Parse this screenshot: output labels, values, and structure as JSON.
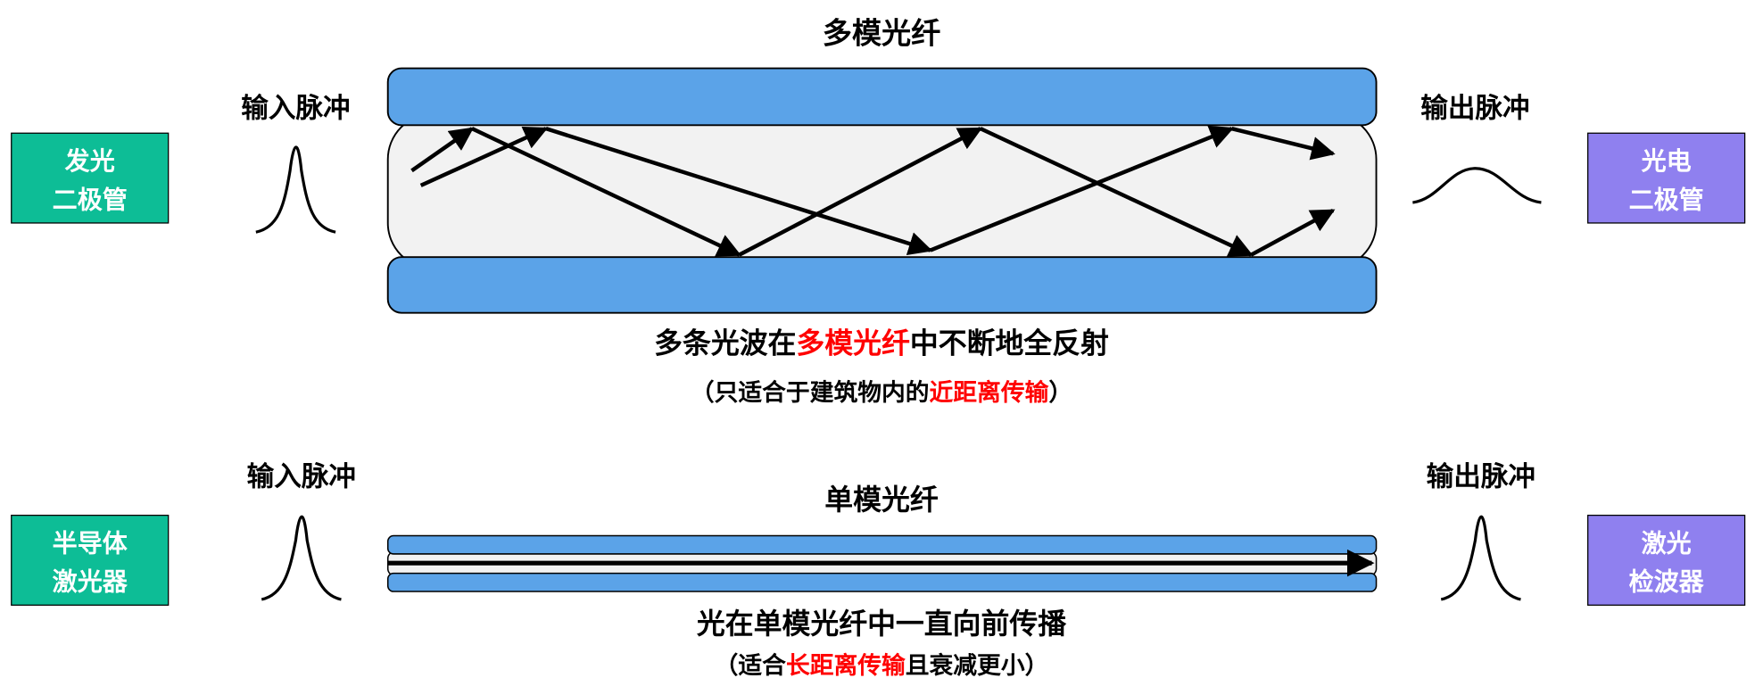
{
  "colors": {
    "cladding": "#5ba3e8",
    "core": "#f2f2f2",
    "source_box": "#0dbd96",
    "detector_box": "#8f80ef",
    "highlight": "#ff0000",
    "text": "#000000"
  },
  "multimode": {
    "title": "多模光纤",
    "source": [
      "发光",
      "二极管"
    ],
    "detector": [
      "光电",
      "二极管"
    ],
    "input_label": "输入脉冲",
    "output_label": "输出脉冲",
    "caption": {
      "pre": "多条光波在",
      "highlight": "多模光纤",
      "post": "中不断地全反射"
    },
    "subcaption": {
      "pre": "（只适合于建筑物内的",
      "highlight": "近距离传输",
      "post": "）"
    }
  },
  "singlemode": {
    "title": "单模光纤",
    "source": [
      "半导体",
      "激光器"
    ],
    "detector": [
      "激光",
      "检波器"
    ],
    "input_label": "输入脉冲",
    "output_label": "输出脉冲",
    "caption": {
      "pre": "光在单模光纤中一直向前传播"
    },
    "subcaption": {
      "pre": "（适合",
      "highlight": "长距离传输",
      "post": "且衰减更小）"
    }
  }
}
